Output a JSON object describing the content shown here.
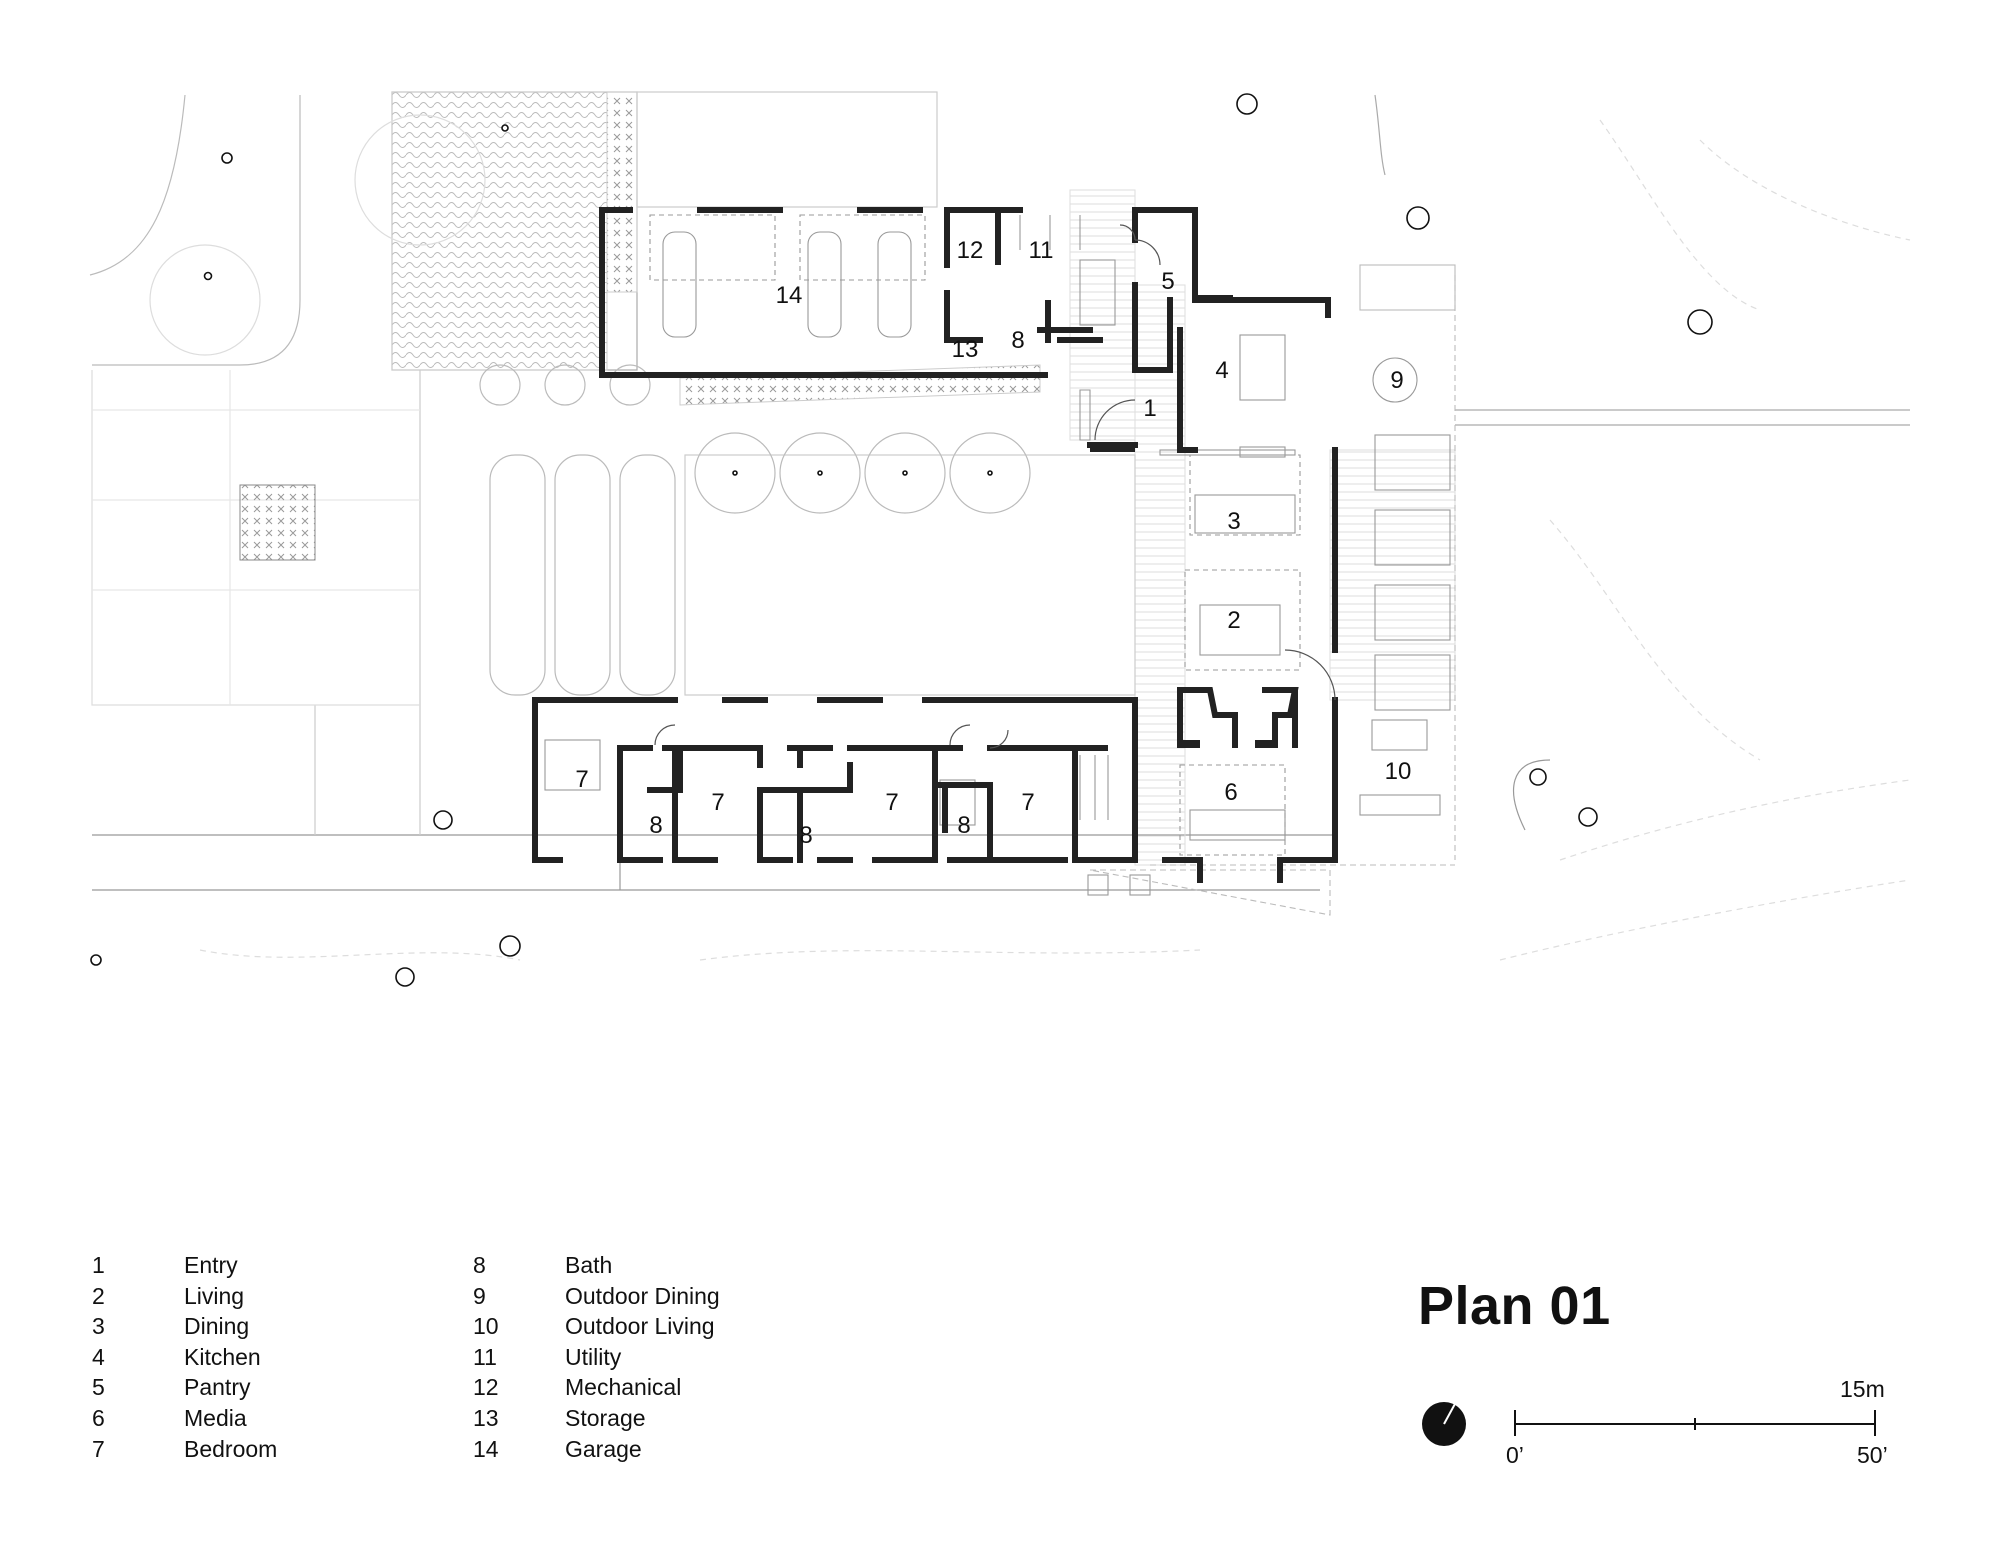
{
  "title": "Plan 01",
  "legend": [
    {
      "num": "1",
      "label": "Entry"
    },
    {
      "num": "2",
      "label": "Living"
    },
    {
      "num": "3",
      "label": "Dining"
    },
    {
      "num": "4",
      "label": "Kitchen"
    },
    {
      "num": "5",
      "label": "Pantry"
    },
    {
      "num": "6",
      "label": "Media"
    },
    {
      "num": "7",
      "label": "Bedroom"
    },
    {
      "num": "8",
      "label": "Bath"
    },
    {
      "num": "9",
      "label": "Outdoor Dining"
    },
    {
      "num": "10",
      "label": "Outdoor Living"
    },
    {
      "num": "11",
      "label": "Utility"
    },
    {
      "num": "12",
      "label": "Mechanical"
    },
    {
      "num": "13",
      "label": "Storage"
    },
    {
      "num": "14",
      "label": "Garage"
    }
  ],
  "room_tags": {
    "entry": "1",
    "living": "2",
    "dining": "3",
    "kitchen": "4",
    "pantry": "5",
    "media": "6",
    "bedroom_1": "7",
    "bedroom_2": "7",
    "bedroom_3": "7",
    "bedroom_4": "7",
    "bath_1": "8",
    "bath_2": "8",
    "bath_3": "8",
    "bath_4": "8",
    "outdoor_dining": "9",
    "outdoor_living": "10",
    "utility": "11",
    "mechanical": "12",
    "storage": "13",
    "garage": "14"
  },
  "scale": {
    "metric": "15m",
    "start": "0’",
    "end": "50’"
  }
}
